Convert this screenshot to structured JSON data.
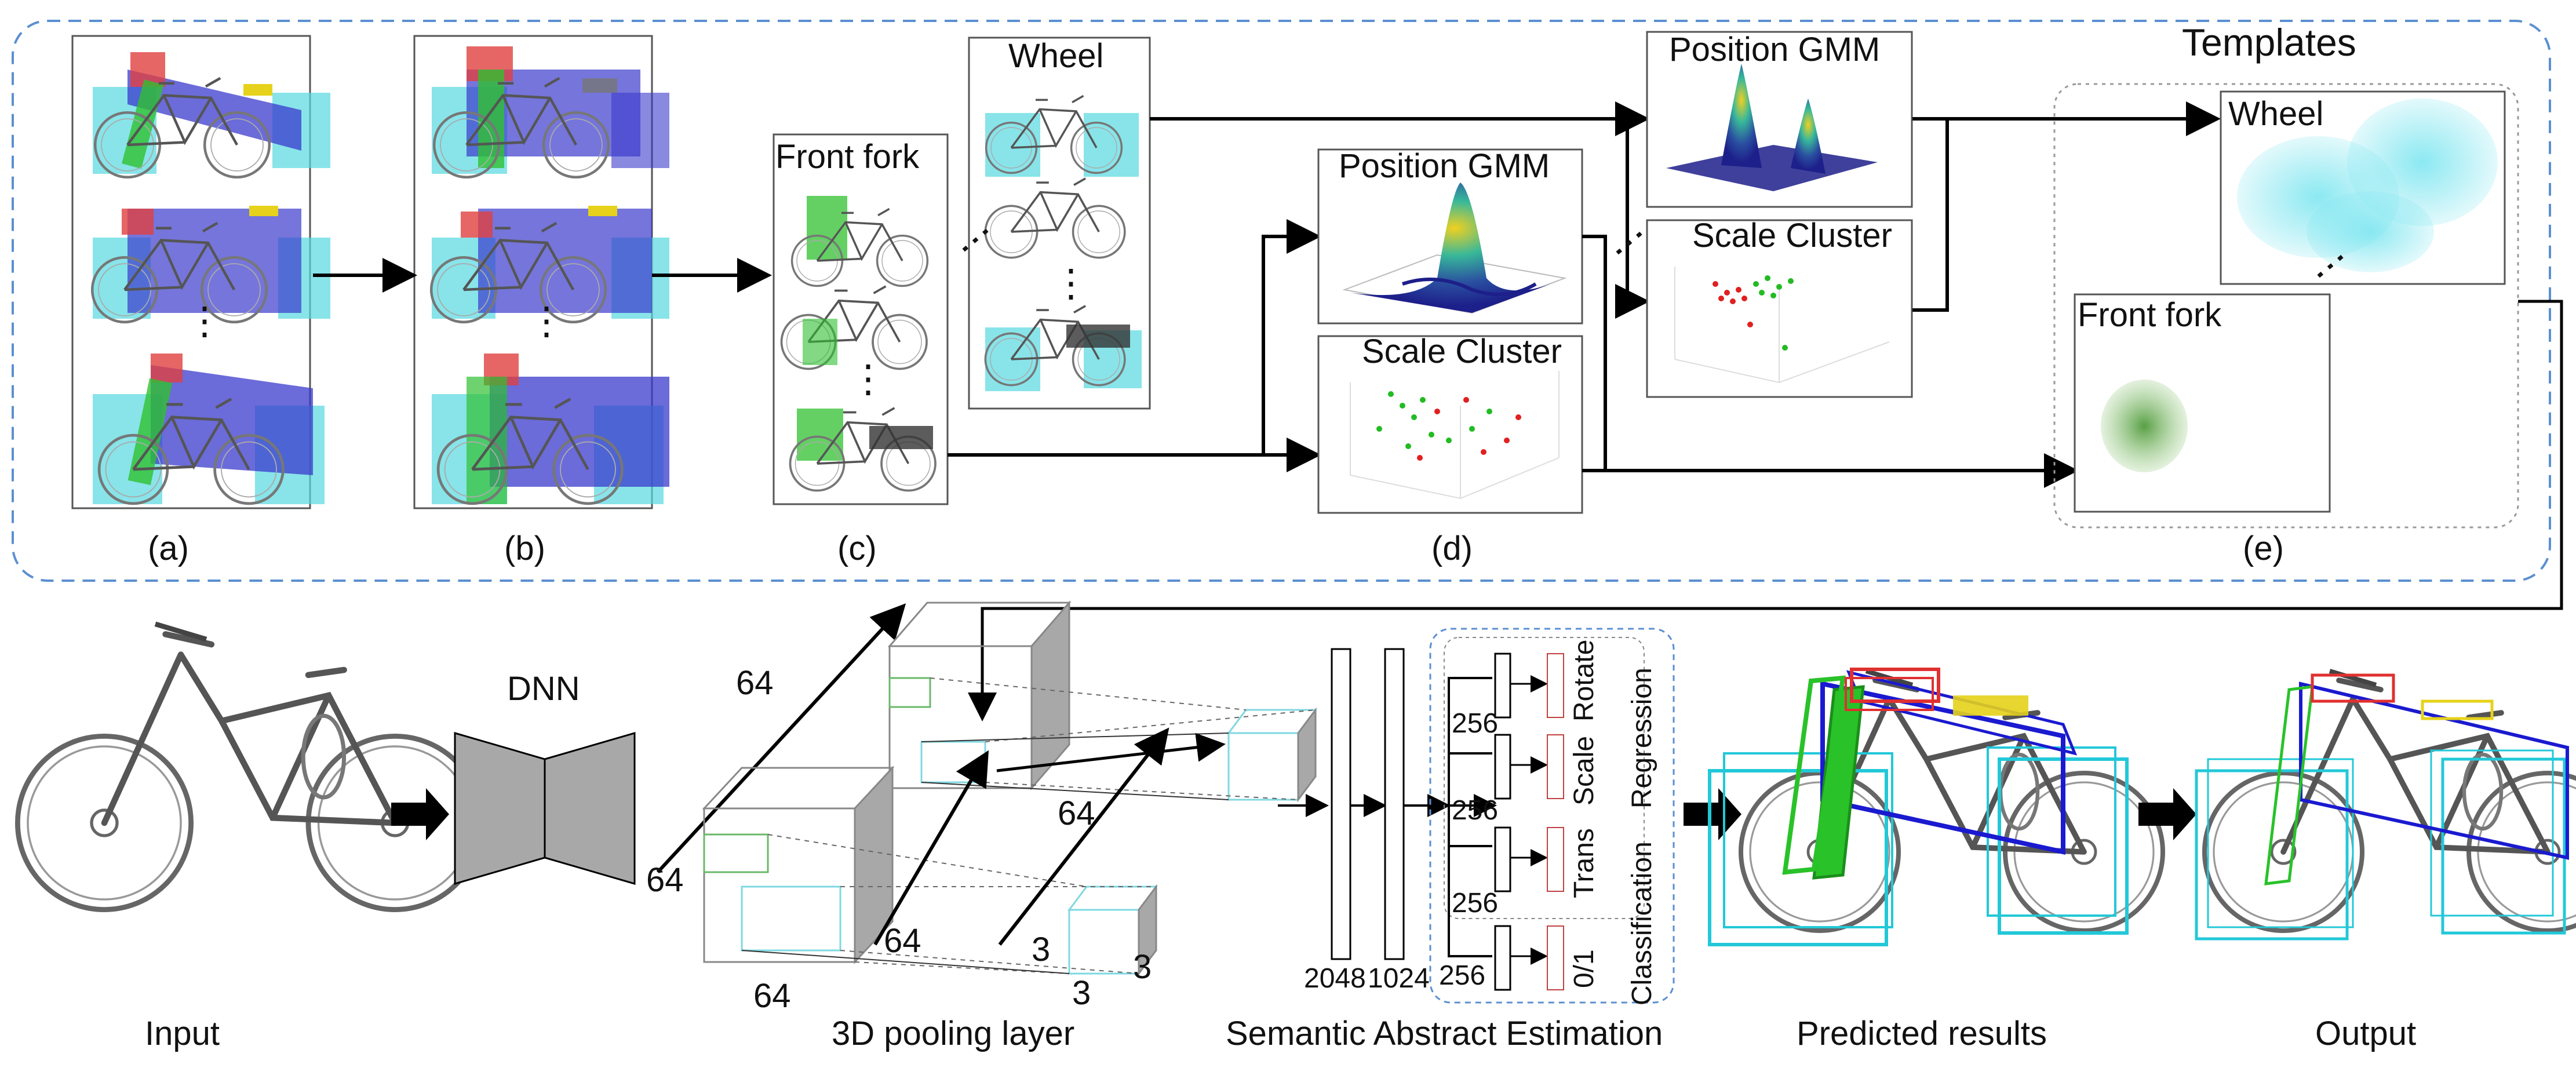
{
  "top_panel": {
    "captions": {
      "a": "(a)",
      "b": "(b)",
      "c": "(c)",
      "d": "(d)",
      "e": "(e)"
    },
    "ellipsis": "⋮",
    "c_panel": {
      "front_fork": "Front fork",
      "wheel": "Wheel"
    },
    "d_panel": {
      "position_gmm": "Position GMM",
      "scale_cluster": "Scale Cluster"
    },
    "templates": {
      "title": "Templates",
      "wheel": "Wheel",
      "front_fork": "Front fork"
    }
  },
  "bottom_panel": {
    "input": "Input",
    "dnn": "DNN",
    "pooling": {
      "caption": "3D pooling layer",
      "dims": {
        "d1": "64",
        "d2": "64",
        "d3": "64",
        "d4": "64",
        "d5": "64",
        "d6": "3",
        "d7": "3",
        "d8": "3"
      }
    },
    "estimation": {
      "caption": "Semantic Abstract Estimation",
      "fc_sizes": {
        "fc1": "2048",
        "fc2": "1024"
      },
      "branch_sizes": {
        "b1": "256",
        "b2": "256",
        "b3": "256",
        "b4": "256"
      },
      "heads": {
        "rotate": "Rotate",
        "scale": "Scale",
        "trans": "Trans",
        "binary": "0/1"
      },
      "groups": {
        "regression": "Regression",
        "classification": "Classification"
      }
    },
    "predicted": "Predicted results",
    "output": "Output"
  },
  "colors": {
    "frame_dash": "#5b8fd1",
    "bbox_red": "#e03030",
    "bbox_blue": "#1a1ad0",
    "bbox_cyan": "#22c8d8",
    "bbox_green": "#29c229",
    "bbox_yellow": "#e6d21a",
    "gmm_peak": "#f0d020",
    "gmm_base": "#1d1f8a",
    "dot_red": "#e02020",
    "dot_green": "#22bb22",
    "block_gray": "#a8a8a8"
  },
  "icons": [
    "bicycle-sketch",
    "gaussian-surface",
    "scatter-3d",
    "point-cloud",
    "thick-arrow"
  ]
}
